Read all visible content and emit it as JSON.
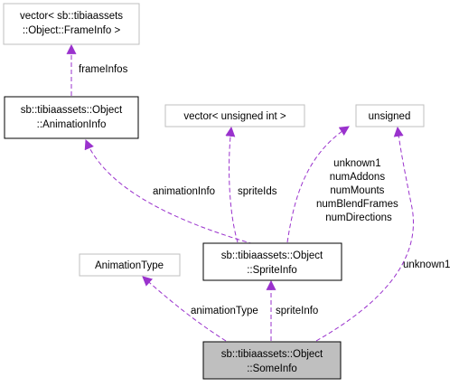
{
  "colors": {
    "edge": "#9a32cd",
    "box_border_strong": "#000000",
    "box_border_external": "#bfbfbf",
    "focus_fill": "#bfbfbf",
    "background": "#ffffff"
  },
  "nodes": {
    "frameinfo_vector": {
      "line1": "vector< sb::tibiaassets",
      "line2": "::Object::FrameInfo >"
    },
    "animation_info": {
      "line1": "sb::tibiaassets::Object",
      "line2": "::AnimationInfo"
    },
    "uint_vector": {
      "line1": "vector< unsigned int >"
    },
    "unsigned": {
      "line1": "unsigned"
    },
    "sprite_info": {
      "line1": "sb::tibiaassets::Object",
      "line2": "::SpriteInfo"
    },
    "animation_type": {
      "line1": "AnimationType"
    },
    "some_info": {
      "line1": "sb::tibiaassets::Object",
      "line2": "::SomeInfo"
    }
  },
  "edge_labels": {
    "frame_infos": "frameInfos",
    "animation_info": "animationInfo",
    "sprite_ids": "spriteIds",
    "sprite_unsigned": [
      "unknown1",
      "numAddons",
      "numMounts",
      "numBlendFrames",
      "numDirections"
    ],
    "some_unsigned": "unknown1",
    "animation_type": "animationType",
    "sprite_info": "spriteInfo"
  }
}
